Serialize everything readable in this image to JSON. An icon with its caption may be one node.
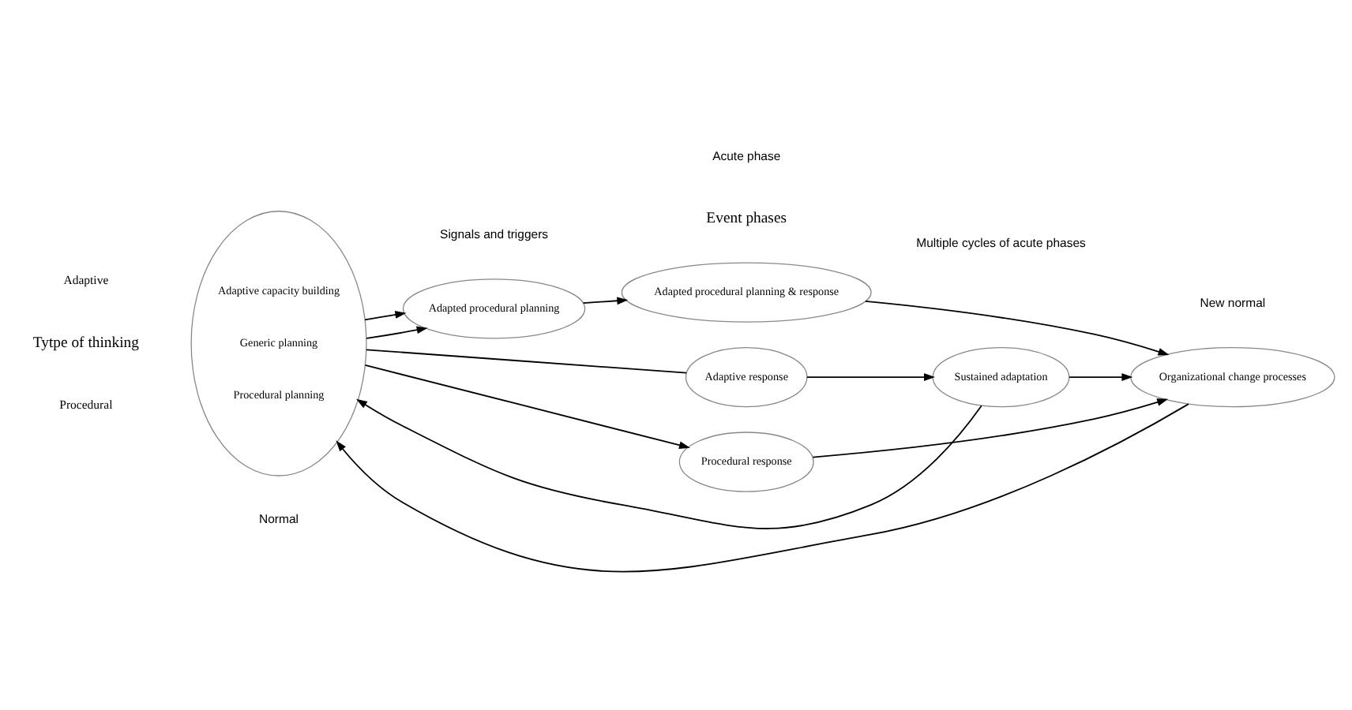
{
  "diagram": {
    "nodes": [
      {
        "text": [
          "Adaptive capacity building",
          "Generic planning",
          "Procedural planning"
        ]
      },
      {
        "text": [
          "Adapted procedural planning"
        ]
      },
      {
        "text": [
          "Adaptive response"
        ]
      },
      {
        "text": [
          "Adapted procedural planning & response"
        ]
      },
      {
        "text": [
          "Procedural response"
        ]
      },
      {
        "text": [
          "Sustained adaptation"
        ]
      },
      {
        "text": [
          "Organizational change processes"
        ]
      }
    ],
    "edges": [
      {
        "from": 0,
        "to": 2,
        "arrow": "none"
      },
      {
        "from": 0,
        "to": 1,
        "arrow": "to"
      },
      {
        "from": 0,
        "to": 1,
        "arrow": "to"
      },
      {
        "from": 0,
        "to": 4,
        "arrow": "to"
      },
      {
        "from": 2,
        "to": 5,
        "arrow": "to"
      },
      {
        "from": 1,
        "to": 3,
        "arrow": "to"
      },
      {
        "from": 5,
        "to": 6,
        "arrow": "to"
      },
      {
        "from": 3,
        "to": 6,
        "arrow": "to"
      },
      {
        "from": 4,
        "to": 6,
        "arrow": "to"
      },
      {
        "from": 5,
        "to": 0,
        "arrow": "to"
      },
      {
        "from": 6,
        "to": 0,
        "arrow": "to"
      }
    ],
    "labels": [
      "Adaptive",
      "Tytpe of thinking",
      "Procedural",
      "Normal",
      "Signals and triggers",
      "Acute phase",
      "Multiple cycles of acute phases",
      "New normal",
      "Event phases"
    ]
  }
}
